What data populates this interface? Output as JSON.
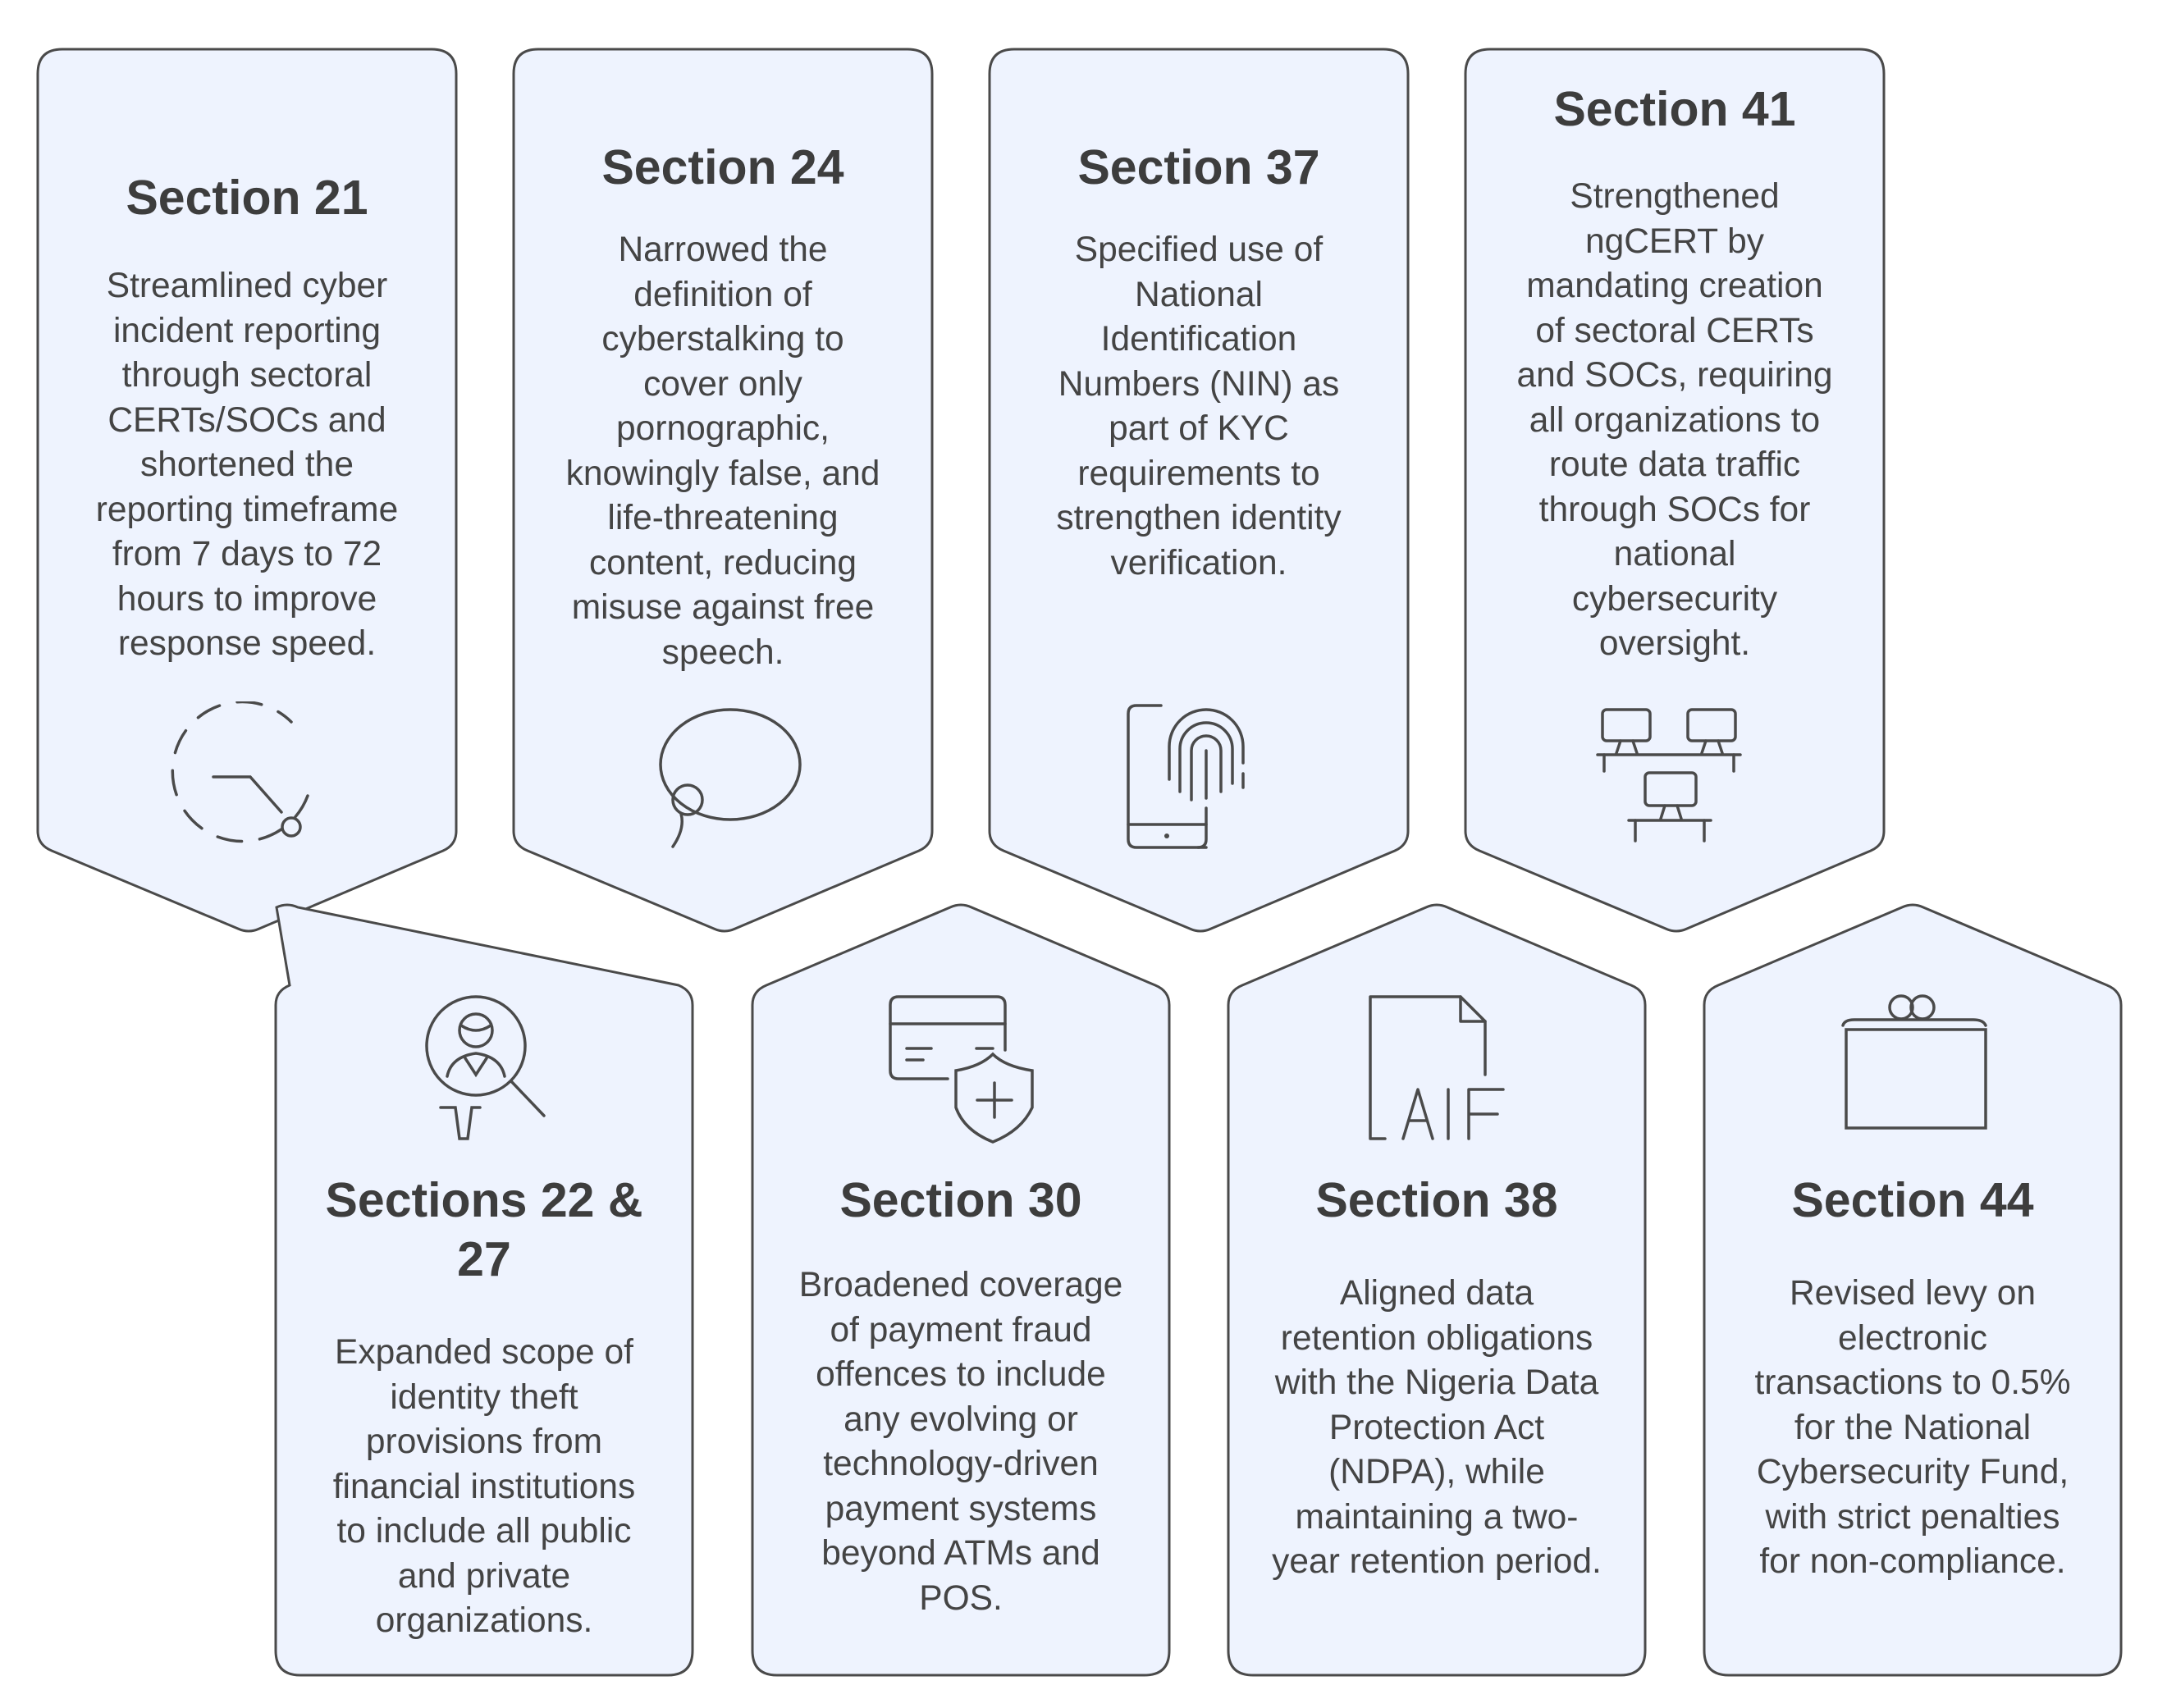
{
  "colors": {
    "card_fill": "#EEF3FE",
    "card_stroke": "#4A4A4A",
    "icon_stroke": "#4A4A4A",
    "title_text": "#3D3D3D",
    "body_text": "#444444"
  },
  "cards": [
    {
      "title": "Section 21",
      "description": "Streamlined cyber incident reporting through sectoral CERTs/SOCs and shortened the reporting timeframe from 7 days to 72 hours to improve response speed.",
      "icon": "timer-dashed-icon"
    },
    {
      "title": "Section 24",
      "description": "Narrowed the definition of cyberstalking to cover only pornographic, knowingly false, and life-threatening content, reducing misuse against free speech.",
      "icon": "speech-bubble-icon"
    },
    {
      "title": "Section 37",
      "description": "Specified use of National Identification Numbers (NIN) as part of KYC requirements to strengthen identity verification.",
      "icon": "phone-fingerprint-icon"
    },
    {
      "title": "Section 41",
      "description": "Strengthened ngCERT by mandating creation of sectoral CERTs and SOCs, requiring all organizations to route data traffic through SOCs for national cybersecurity oversight.",
      "icon": "workstations-network-icon"
    },
    {
      "title": "Sections 22 & 27",
      "description": "Expanded scope of identity theft provisions from financial institutions to include all public and private organizations.",
      "icon": "identity-search-icon"
    },
    {
      "title": "Section 30",
      "description": "Broadened coverage of payment fraud offences to include any evolving or technology-driven payment systems beyond ATMs and POS.",
      "icon": "card-shield-icon"
    },
    {
      "title": "Section 38",
      "description": "Aligned data retention obligations with the Nigeria Data Protection Act (NDPA), while maintaining a two-year retention period.",
      "icon": "aif-document-icon"
    },
    {
      "title": "Section 44",
      "description": "Revised levy on electronic transactions to 0.5% for the National Cybersecurity Fund, with strict penalties for non-compliance.",
      "icon": "fund-box-icon"
    }
  ],
  "card_text_lines": [
    {
      "title": [
        "Section 21"
      ],
      "description": [
        "Streamlined cyber",
        "incident reporting",
        "through sectoral",
        "CERTs/SOCs and",
        "shortened the",
        "reporting timeframe",
        "from 7 days to 72",
        "hours to improve",
        "response speed."
      ]
    },
    {
      "title": [
        "Section 24"
      ],
      "description": [
        "Narrowed the",
        "definition of",
        "cyberstalking to",
        "cover only",
        "pornographic,",
        "knowingly false, and",
        "life-threatening",
        "content, reducing",
        "misuse against free",
        "speech."
      ]
    },
    {
      "title": [
        "Section 37"
      ],
      "description": [
        "Specified use of",
        "National",
        "Identification",
        "Numbers (NIN) as",
        "part of KYC",
        "requirements to",
        "strengthen identity",
        "verification."
      ]
    },
    {
      "title": [
        "Section 41"
      ],
      "description": [
        "Strengthened",
        "ngCERT by",
        "mandating creation",
        "of sectoral CERTs",
        "and SOCs, requiring",
        "all organizations to",
        "route data traffic",
        "through SOCs for",
        "national",
        "cybersecurity",
        "oversight."
      ]
    },
    {
      "title": [
        "Sections 22 &",
        "27"
      ],
      "description": [
        "Expanded scope of",
        "identity theft",
        "provisions from",
        "financial institutions",
        "to include all public",
        "and private",
        "organizations."
      ]
    },
    {
      "title": [
        "Section 30"
      ],
      "description": [
        "Broadened coverage",
        "of payment fraud",
        "offences to include",
        "any evolving or",
        "technology-driven",
        "payment systems",
        "beyond ATMs and",
        "POS."
      ]
    },
    {
      "title": [
        "Section 38"
      ],
      "description": [
        "Aligned data",
        "retention obligations",
        "with the Nigeria Data",
        "Protection Act",
        "(NDPA), while",
        "maintaining a two-",
        "year retention period."
      ]
    },
    {
      "title": [
        "Section 44"
      ],
      "description": [
        "Revised levy on",
        "electronic",
        "transactions to 0.5%",
        "for the National",
        "Cybersecurity Fund,",
        "with strict penalties",
        "for non-compliance."
      ]
    }
  ]
}
